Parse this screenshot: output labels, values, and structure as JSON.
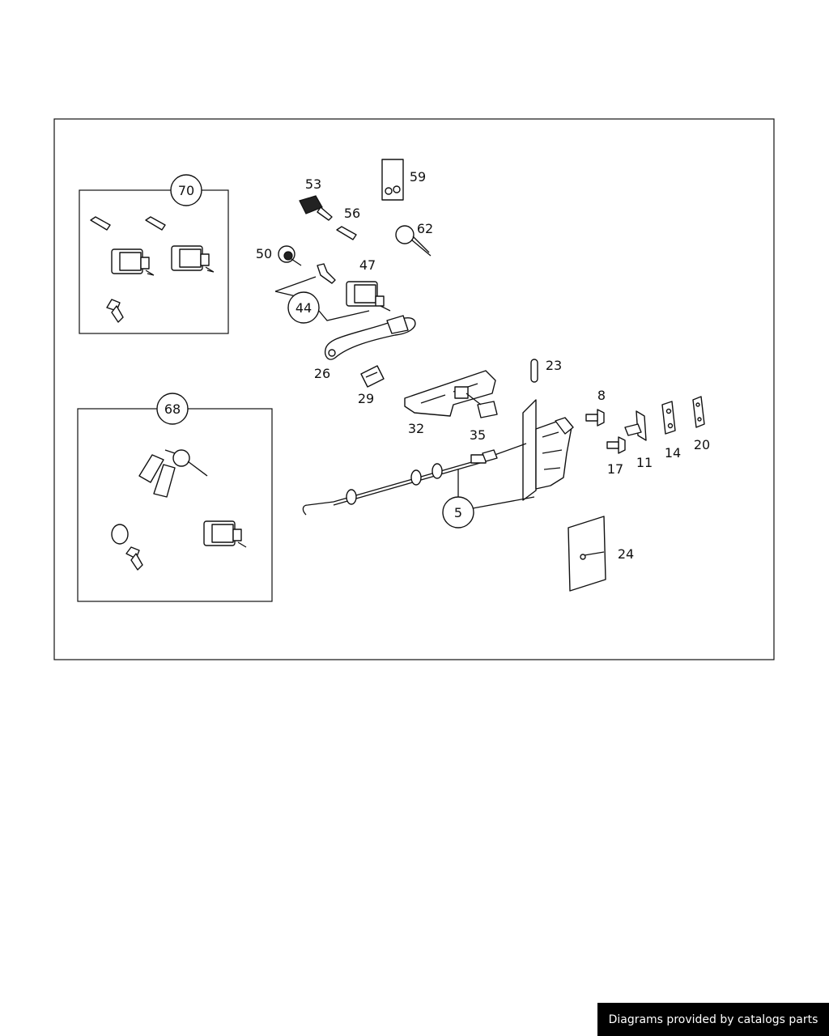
{
  "callouts": {
    "c70": "70",
    "c68": "68",
    "c44": "44",
    "c5": "5",
    "l53": "53",
    "l59": "59",
    "l56": "56",
    "l62": "62",
    "l50": "50",
    "l47": "47",
    "l26": "26",
    "l29": "29",
    "l23": "23",
    "l32": "32",
    "l35": "35",
    "l8": "8",
    "l17": "17",
    "l11": "11",
    "l14": "14",
    "l20": "20",
    "l24": "24"
  },
  "footer": {
    "text": "Diagrams provided by catalogs parts"
  }
}
